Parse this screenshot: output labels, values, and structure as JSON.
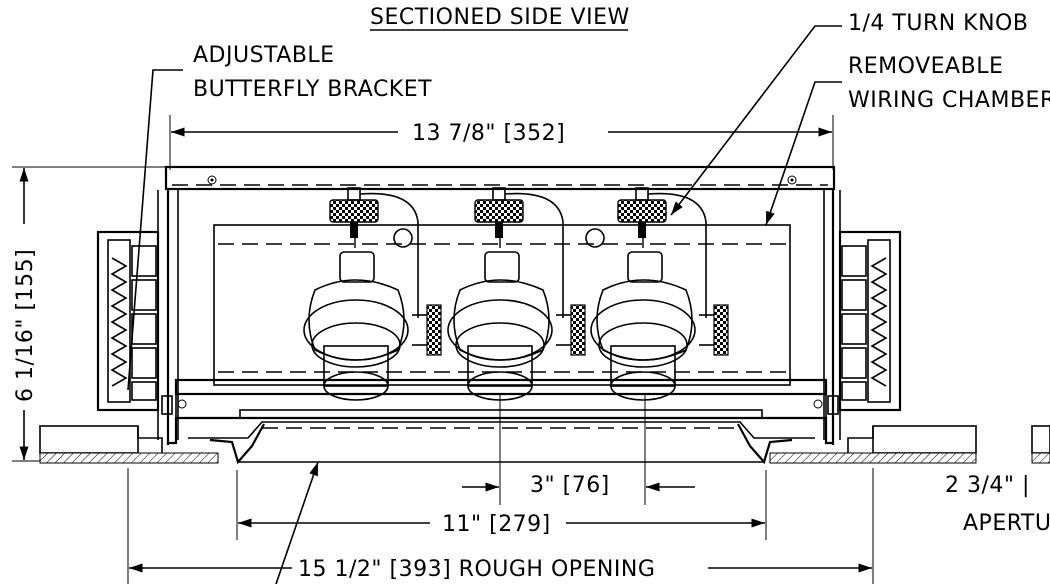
{
  "drawing": {
    "title": "SECTIONED SIDE VIEW",
    "labels": {
      "bracket_line1": "ADJUSTABLE",
      "bracket_line2": "BUTTERFLY BRACKET",
      "knob": "1/4 TURN KNOB",
      "chamber_line1": "REMOVEABLE",
      "chamber_line2": "WIRING CHAMBER",
      "width_top": "13 7/8\" [352]",
      "height_side": "6 1/16\" [155]",
      "spacing": "3\" [76]",
      "aperture_width": "11\" [279]",
      "rough_opening": "15 1/2\" [393] ROUGH OPENING",
      "right_dim": "2 3/4\" |",
      "right_label": "APERTU"
    }
  }
}
